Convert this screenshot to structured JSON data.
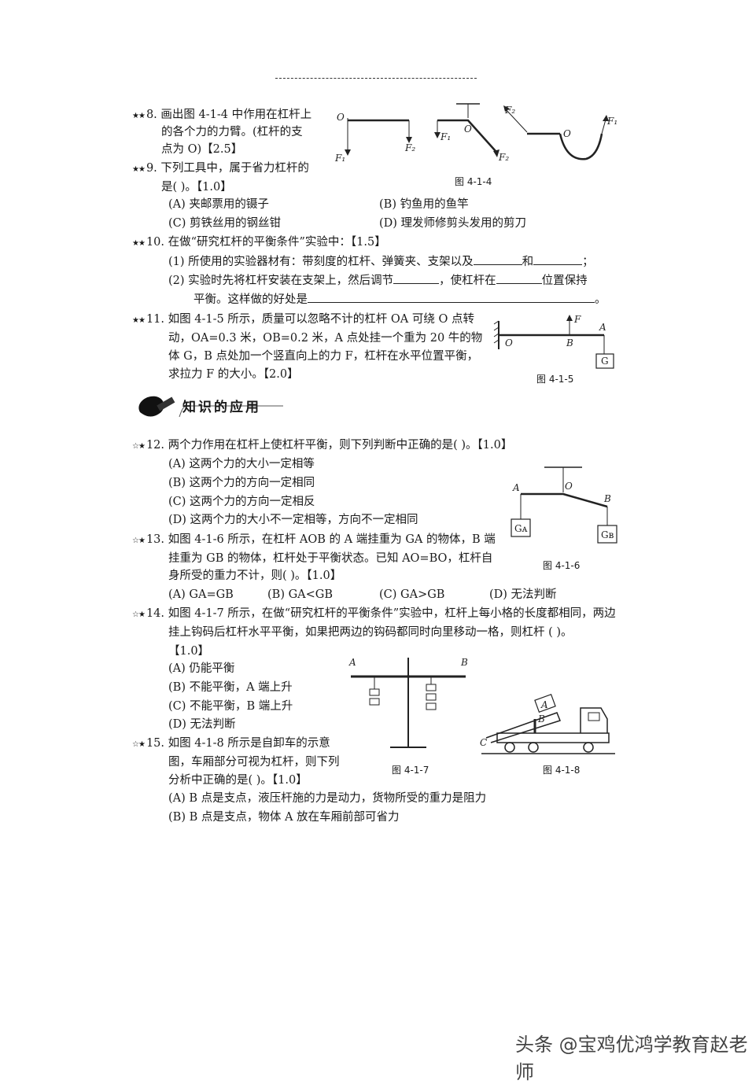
{
  "q8": {
    "stars": "★★",
    "line1": "8. 画出图 4-1-4 中作用在杠杆上",
    "line2": "的各个力的力臂。(杠杆的支",
    "line3": "点为 O)【2.5】"
  },
  "q9": {
    "stars": "★★",
    "line1": "9. 下列工具中，属于省力杠杆的",
    "line2": "是(    )。【1.0】",
    "A": "(A) 夹邮票用的镊子",
    "B": "(B) 钓鱼用的鱼竿",
    "C": "(C) 剪铁丝用的钢丝钳",
    "D": "(D) 理发师修剪头发用的剪刀"
  },
  "q10": {
    "stars": "★★",
    "line1": "10. 在做“研究杠杆的平衡条件”实验中：【1.5】",
    "p1a": "(1) 所使用的实验器材有：带刻度的杠杆、弹簧夹、支架以及",
    "p1b": "和",
    "p1c": "；",
    "p2a": "(2) 实验时先将杠杆安装在支架上，然后调节",
    "p2b": "，使杠杆在",
    "p2c": "位置保持",
    "p3a": "平衡。这样做的好处是",
    "p3b": "。"
  },
  "q11": {
    "stars": "★★",
    "line1": "11. 如图 4-1-5 所示，质量可以忽略不计的杠杆 OA 可绕 O 点转",
    "line2": "动，OA=0.3 米，OB=0.2 米，A 点处挂一个重为 20 牛的物",
    "line3": "体 G，B 点处加一个竖直向上的力 F，杠杆在水平位置平衡，",
    "line4": "求拉力 F 的大小。【2.0】"
  },
  "section": "知识的应用",
  "q12": {
    "stars": "☆★",
    "line1": "12. 两个力作用在杠杆上使杠杆平衡，则下列判断中正确的是(    )。【1.0】",
    "A": "(A) 这两个力的大小一定相等",
    "B": "(B) 这两个力的方向一定相同",
    "C": "(C) 这两个力的方向一定相反",
    "D": "(D) 这两个力的大小不一定相等，方向不一定相同"
  },
  "q13": {
    "stars": "☆★",
    "line1": "13. 如图 4-1-6 所示，在杠杆 AOB 的 A 端挂重为 GA 的物体，B 端",
    "line2": "挂重为 GB 的物体，杠杆处于平衡状态。已知 AO=BO，杠杆自",
    "line3": "身所受的重力不计，则(    )。【1.0】",
    "A": "(A) GA=GB",
    "B": "(B) GA<GB",
    "C": "(C) GA>GB",
    "D": "(D) 无法判断"
  },
  "q14": {
    "stars": "☆★",
    "line1": "14. 如图 4-1-7 所示，在做“研究杠杆的平衡条件”实验中，杠杆上每小格的长度都相同，两边",
    "line2": "挂上钩码后杠杆水平平衡，如果把两边的钩码都同时向里移动一格，则杠杆 (    )。",
    "line3": "【1.0】",
    "A": "(A) 仍能平衡",
    "B": "(B) 不能平衡，A 端上升",
    "C": "(C) 不能平衡，B 端上升",
    "D": "(D) 无法判断"
  },
  "q15": {
    "stars": "☆★",
    "line1": "15. 如图 4-1-8 所示是自卸车的示意",
    "line2": "图，车厢部分可视为杠杆，则下列",
    "line3": "分析中正确的是(    )。【1.0】",
    "A": "(A) B 点是支点，液压杆施的力是动力，货物所受的重力是阻力",
    "B": "(B) B 点是支点，物体 A 放在车厢前部可省力"
  },
  "figures": {
    "f414": "图 4-1-4",
    "f415": "图 4-1-5",
    "f416": "图 4-1-6",
    "f417": "图 4-1-7",
    "f418": "图 4-1-8"
  },
  "watermark": "头条 @宝鸡优鸿学教育赵老师"
}
